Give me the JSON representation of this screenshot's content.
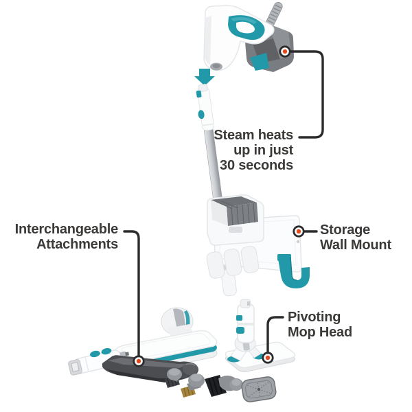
{
  "colors": {
    "teal": "#2299a9",
    "teal_dark": "#1a7f90",
    "callout_line": "#2b2b2b",
    "callout_dot": "#e2481b",
    "label_text": "#3b3a38"
  },
  "callouts": {
    "steam": "Steam heats\nup in just\n30 seconds",
    "attachments": "Interchangeable\nAttachments",
    "wall_mount": "Storage\nWall Mount",
    "mop_head": "Pivoting\nMop Head"
  }
}
